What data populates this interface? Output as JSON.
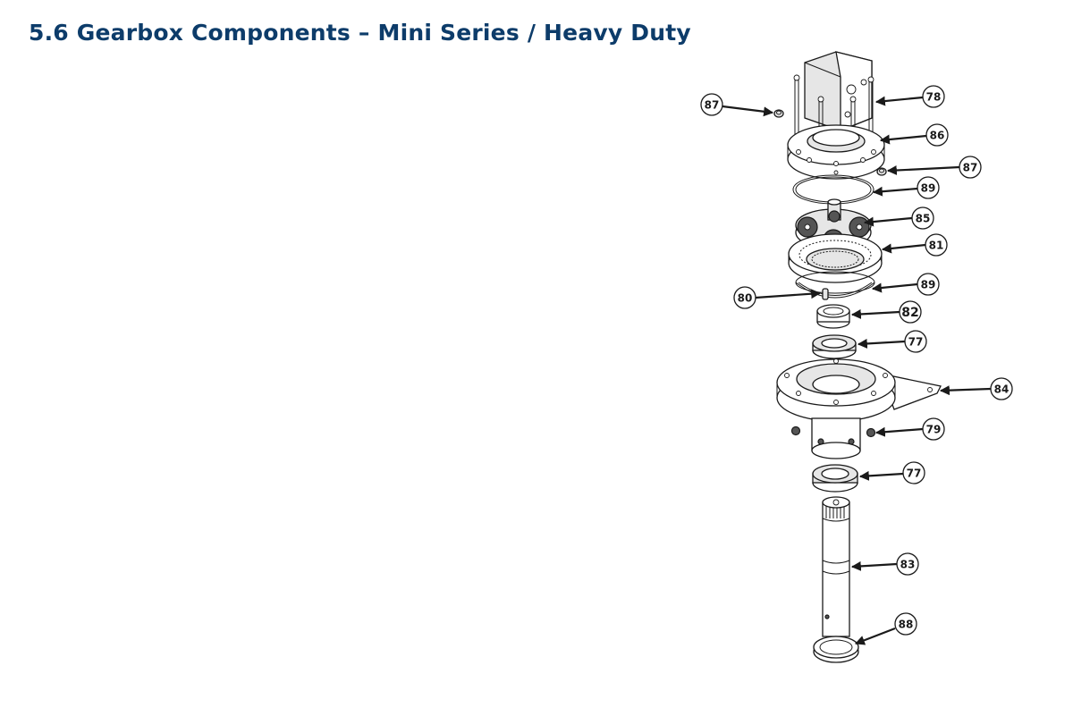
{
  "page": {
    "title": "5.6 Gearbox Components – Mini Series / Heavy Duty"
  },
  "colors": {
    "title": "#0d3c6a",
    "line": "#1a1a1a"
  },
  "diagram": {
    "callouts": [
      {
        "id": "87-top-left",
        "label": "87"
      },
      {
        "id": "78",
        "label": "78"
      },
      {
        "id": "86",
        "label": "86"
      },
      {
        "id": "87-right",
        "label": "87"
      },
      {
        "id": "89-top",
        "label": "89"
      },
      {
        "id": "85",
        "label": "85"
      },
      {
        "id": "81",
        "label": "81"
      },
      {
        "id": "89-bottom",
        "label": "89"
      },
      {
        "id": "80",
        "label": "80"
      },
      {
        "id": "82",
        "label": "82"
      },
      {
        "id": "77-top",
        "label": "77"
      },
      {
        "id": "84",
        "label": "84"
      },
      {
        "id": "79",
        "label": "79"
      },
      {
        "id": "77-bottom",
        "label": "77"
      },
      {
        "id": "83",
        "label": "83"
      },
      {
        "id": "88",
        "label": "88"
      }
    ]
  }
}
